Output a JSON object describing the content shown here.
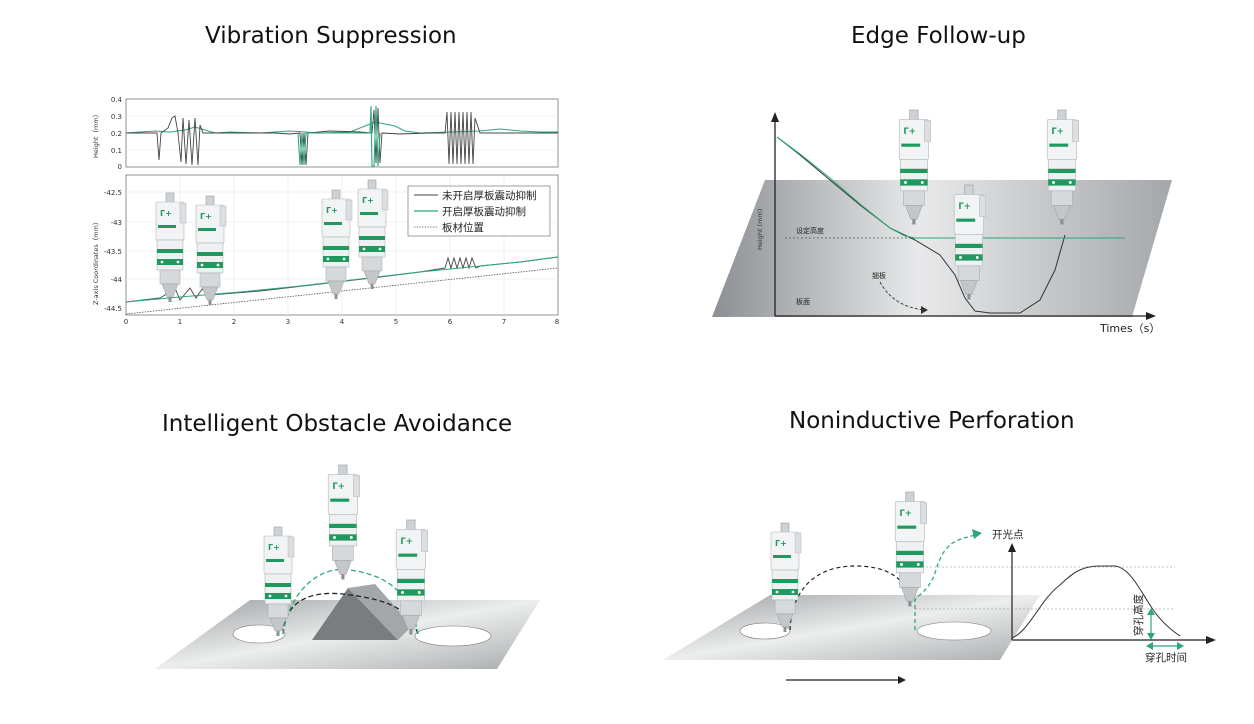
{
  "titles": {
    "vibration": "Vibration Suppression",
    "edge": "Edge Follow-up",
    "obstacle": "Intelligent Obstacle Avoidance",
    "perforation": "Noninductive Perforation"
  },
  "vibration_chart": {
    "top_ylabel": "Height（mm）",
    "top_yticks": [
      "0.4",
      "0.3",
      "0.2",
      "0.1",
      "0"
    ],
    "bottom_ylabel": "Z-axis Coordinates（mm）",
    "bottom_yticks": [
      "-42.5",
      "-43",
      "-43.5",
      "-44",
      "-44.5"
    ],
    "xticks": [
      "0",
      "1",
      "2",
      "3",
      "4",
      "5",
      "6",
      "7",
      "8"
    ],
    "legend": [
      "未开启厚板震动抑制",
      "开启厚板震动抑制",
      "板材位置"
    ],
    "colors": {
      "off": "#444444",
      "on": "#2aa87a",
      "plate": "#333333"
    }
  },
  "edge_chart": {
    "ylabel": "Height (mm)",
    "xlabel": "Times（s）",
    "label_set_height": "设定高度",
    "label_warp": "翘板",
    "label_plate": "板面"
  },
  "perforation_chart": {
    "label_light_on": "开光点",
    "label_pierce_height": "穿孔高度",
    "label_pierce_time": "穿孔时间"
  },
  "colors": {
    "accent_green": "#2aa87a",
    "plate_gray": "#b9bcbf",
    "head_green": "#1f9a5e"
  }
}
